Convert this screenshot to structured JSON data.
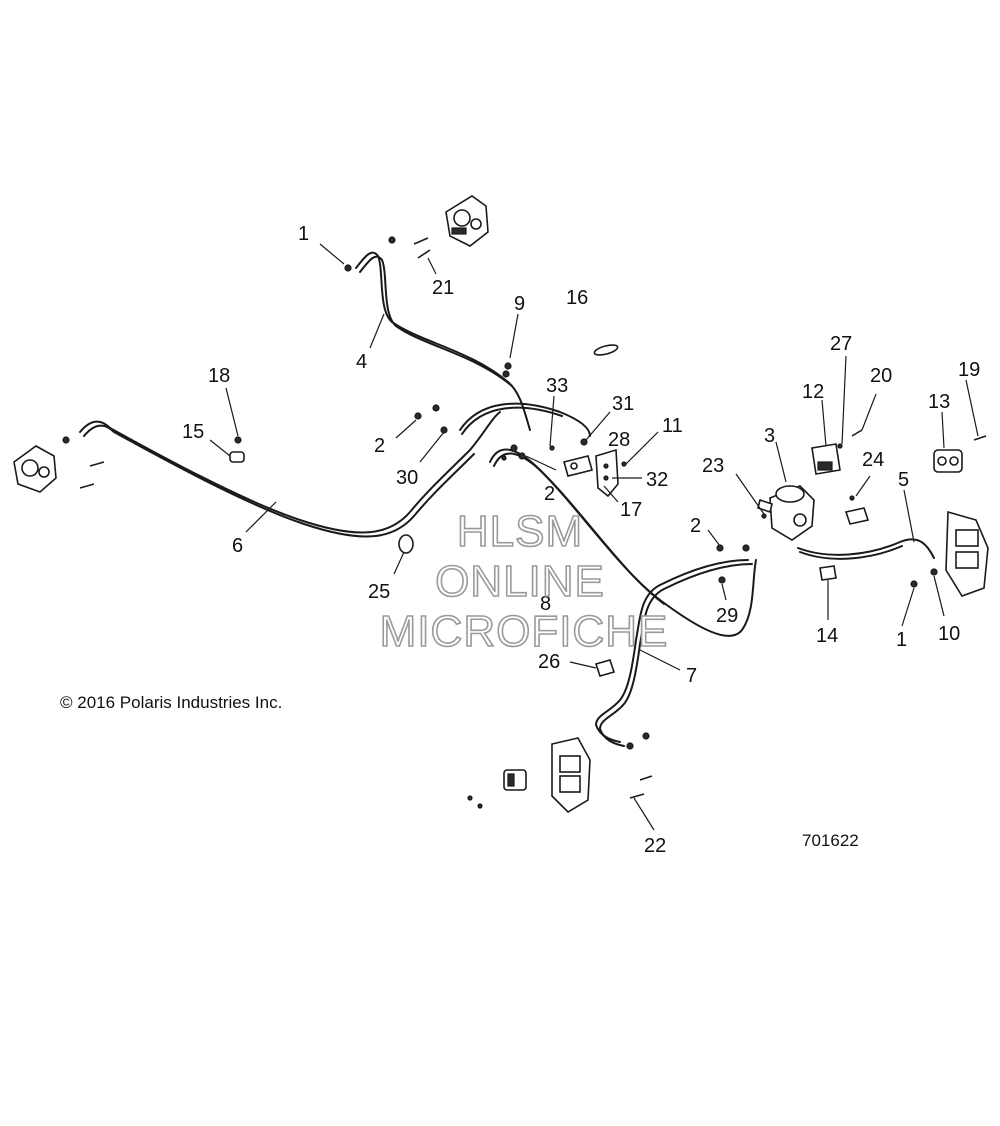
{
  "copyright": "© 2016 Polaris Industries Inc.",
  "diagram_number": "701622",
  "watermark": [
    "HLSM",
    "ONLINE",
    "MICROFICHE"
  ],
  "callouts": [
    "1",
    "21",
    "4",
    "9",
    "16",
    "18",
    "15",
    "6",
    "2",
    "30",
    "33",
    "31",
    "28",
    "11",
    "32",
    "17",
    "2",
    "25",
    "8",
    "3",
    "12",
    "27",
    "20",
    "19",
    "13",
    "24",
    "23",
    "5",
    "2",
    "29",
    "14",
    "1",
    "10",
    "26",
    "7",
    "22"
  ]
}
